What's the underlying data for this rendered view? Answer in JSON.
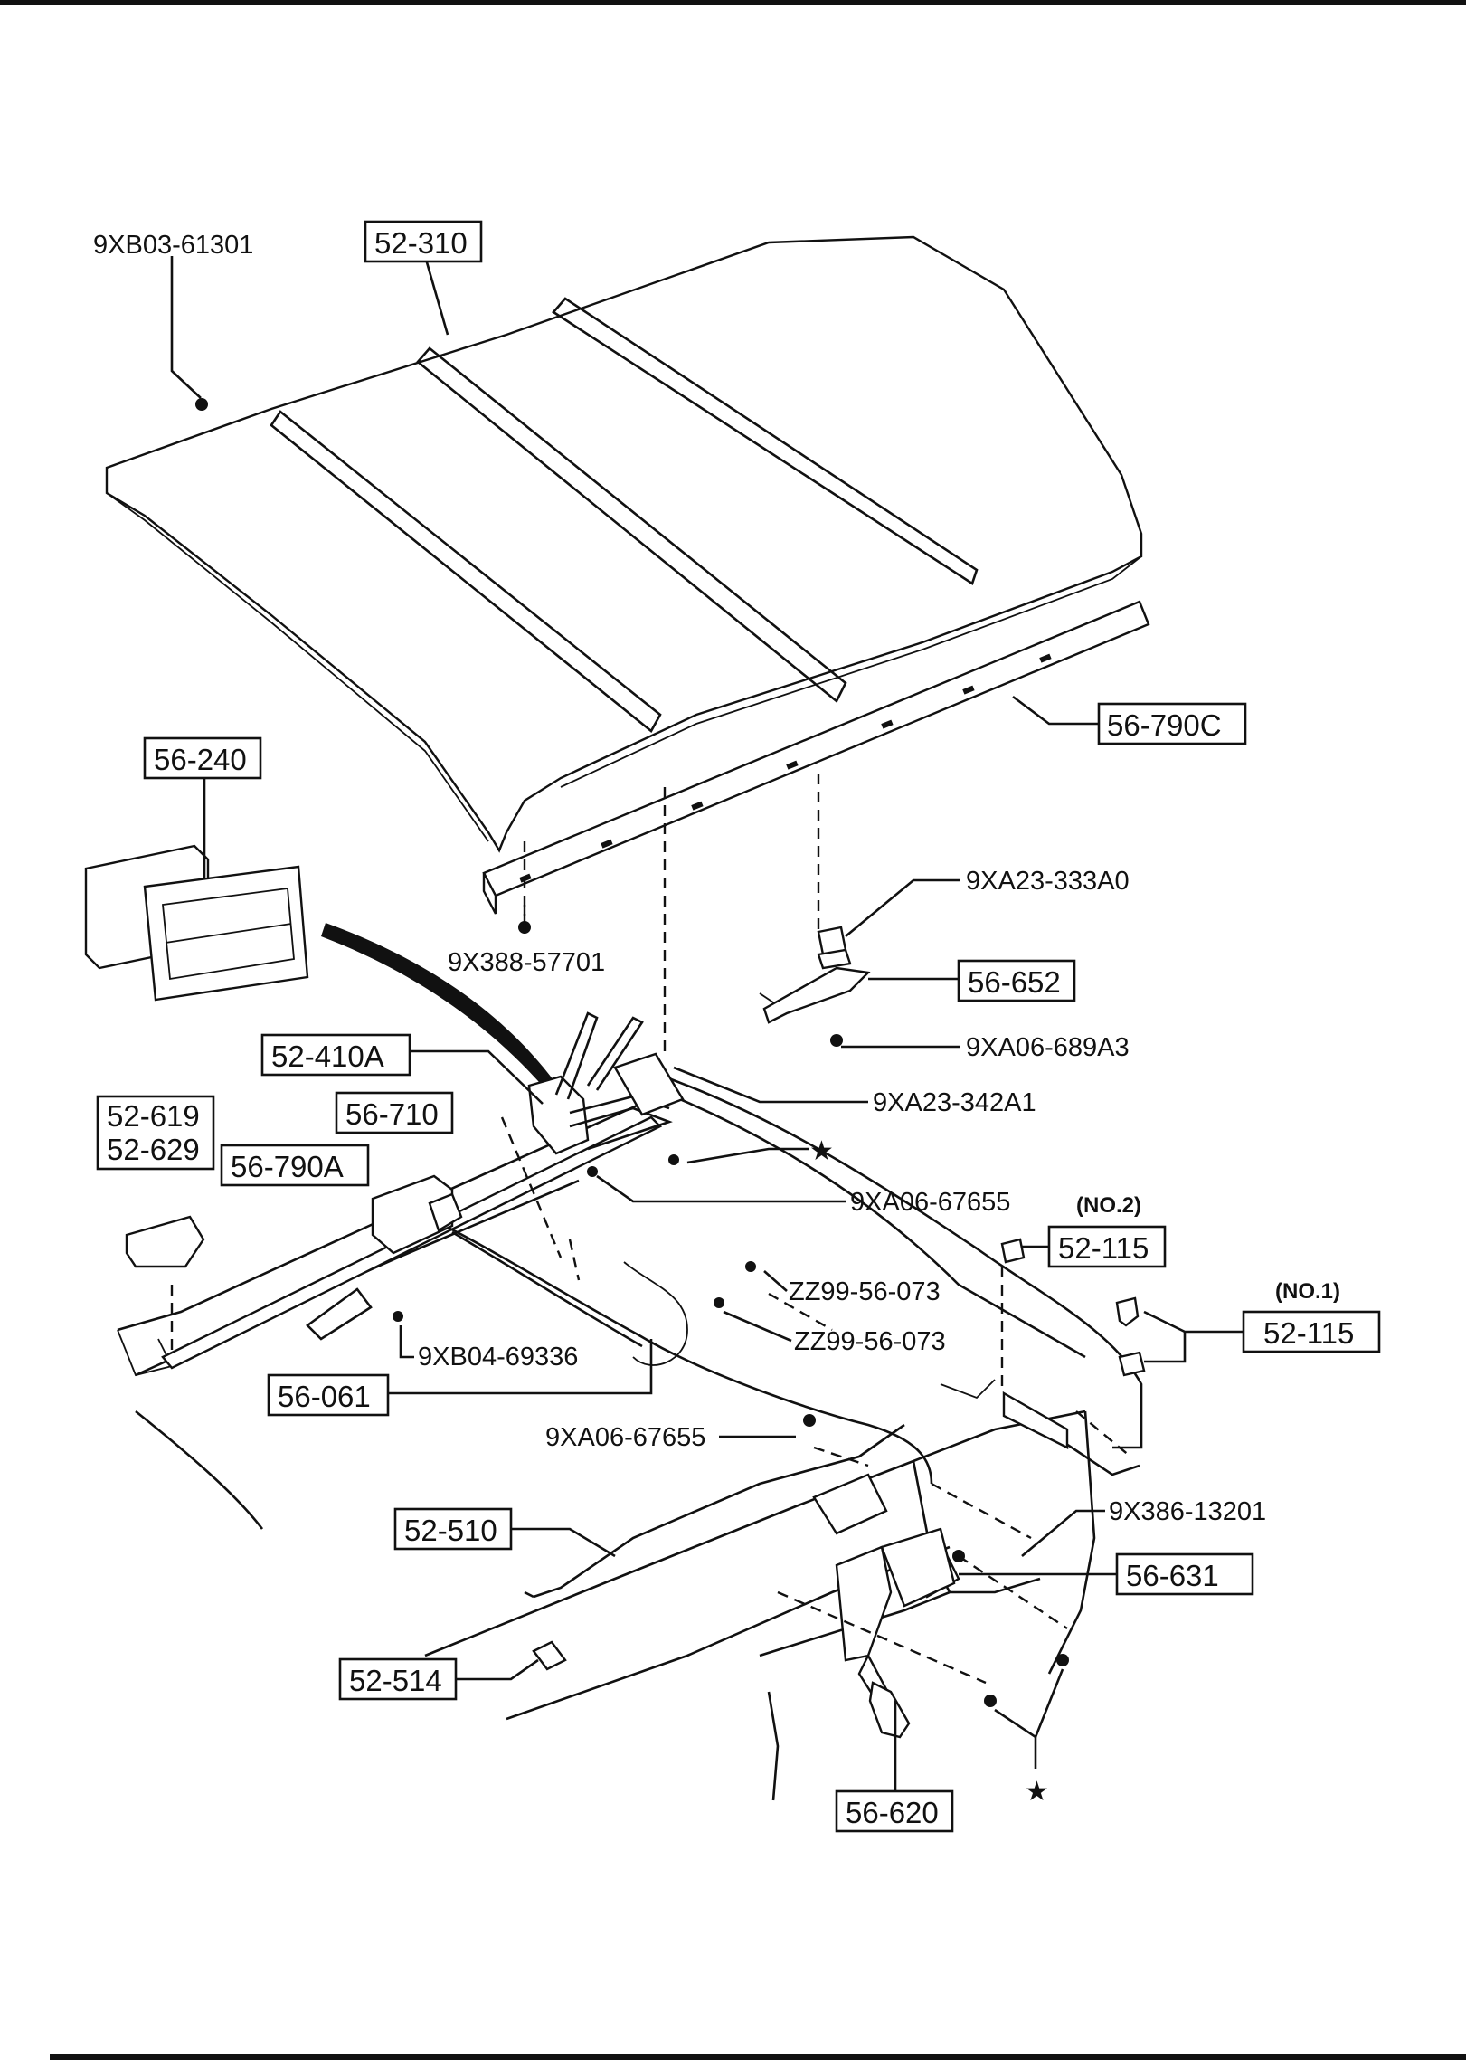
{
  "labels": {
    "l_9xb03": "9XB03-61301",
    "l_52310": "52-310",
    "l_56790c": "56-790C",
    "l_56240": "56-240",
    "l_9xa23_333": "9XA23-333A0",
    "l_9x388": "9X388-57701",
    "l_56652": "56-652",
    "l_9xa06_689": "9XA06-689A3",
    "l_52410a": "52-410A",
    "l_9xa23_342": "9XA23-342A1",
    "l_52619": "52-619",
    "l_52629": "52-629",
    "l_56710": "56-710",
    "l_56790a": "56-790A",
    "l_9xa06_676a": "9XA06-67655",
    "l_no2": "(NO.2)",
    "l_52115a": "52-115",
    "l_zz99a": "ZZ99-56-073",
    "l_zz99b": "ZZ99-56-073",
    "l_no1": "(NO.1)",
    "l_52115b": "52-115",
    "l_9xb04": "9XB04-69336",
    "l_56061": "56-061",
    "l_9xa06_676b": "9XA06-67655",
    "l_52510": "52-510",
    "l_9x386": "9X386-13201",
    "l_56631": "56-631",
    "l_52514": "52-514",
    "l_56620": "56-620",
    "star_a": "★",
    "star_b": "★"
  }
}
